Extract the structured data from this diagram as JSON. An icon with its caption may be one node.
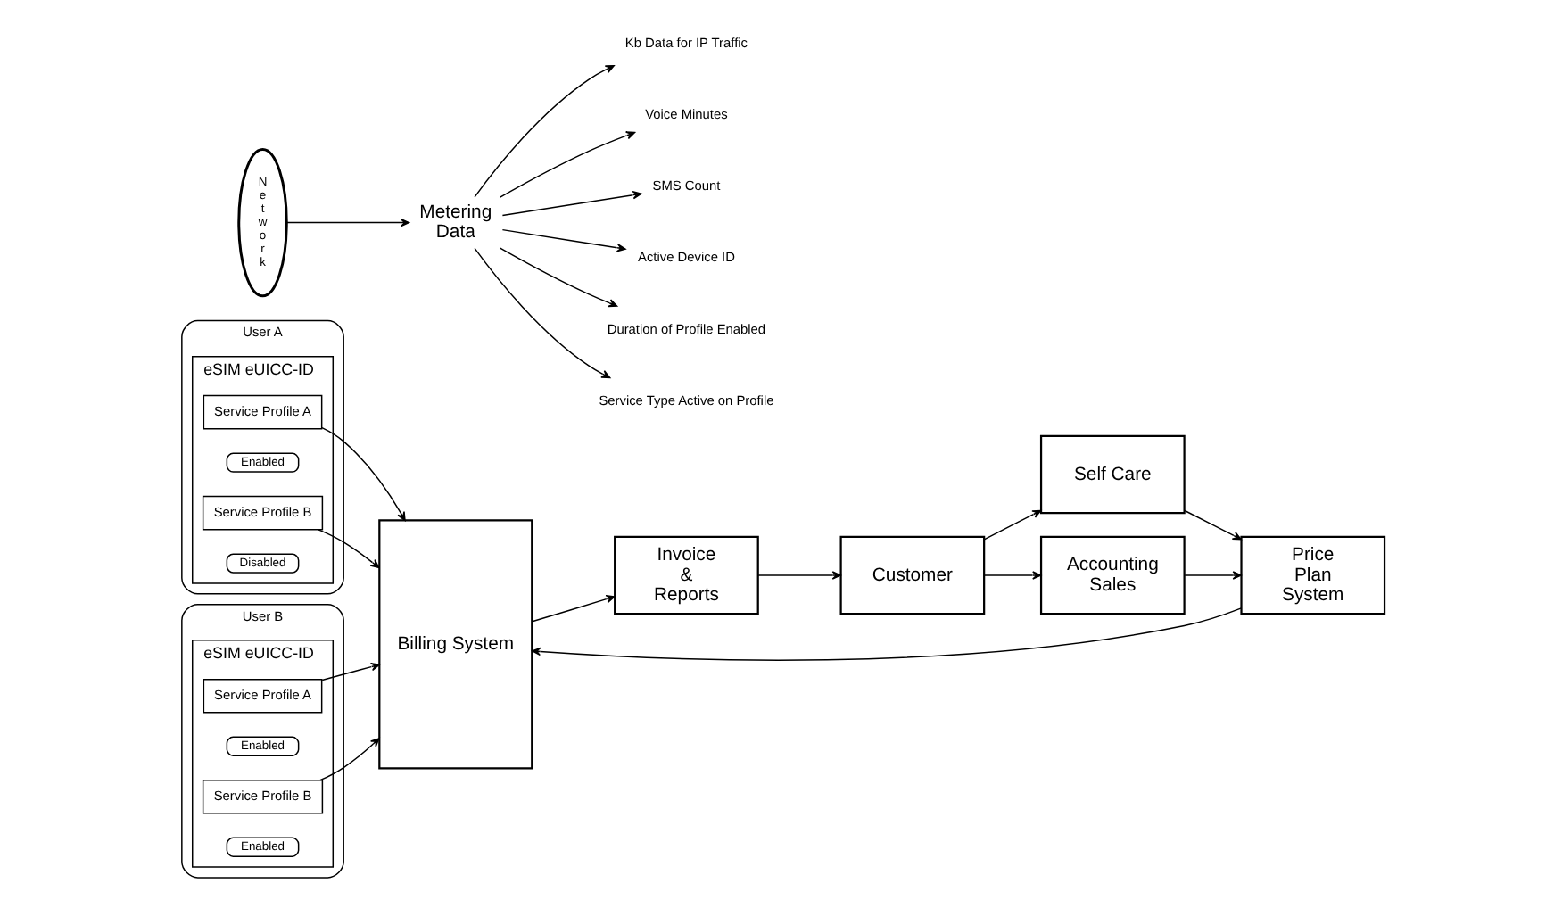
{
  "diagram": {
    "nodes": [
      {
        "text": [
          "User A"
        ]
      },
      {
        "text": [
          "eSIM eUICC-ID"
        ],
        "in": 0
      },
      {
        "text": [
          "Service Profile A"
        ],
        "in": 1
      },
      {
        "text": [
          "Enabled"
        ],
        "in": 1
      },
      {
        "text": [
          "Service Profile B"
        ],
        "in": 1
      },
      {
        "text": [
          "Disabled"
        ],
        "in": 1
      },
      {
        "text": [
          "User B"
        ]
      },
      {
        "text": [
          "eSIM eUICC-ID"
        ],
        "in": 6
      },
      {
        "text": [
          "Service Profile A"
        ],
        "in": 7
      },
      {
        "text": [
          "Enabled"
        ],
        "in": 7
      },
      {
        "text": [
          "Service Profile B"
        ],
        "in": 7
      },
      {
        "text": [
          "Enabled"
        ],
        "in": 7
      },
      {
        "text": [
          "Network"
        ]
      },
      {
        "text": [
          "Billing System"
        ]
      },
      {
        "text": [
          "Invoice & Reports"
        ]
      },
      {
        "text": [
          "Customer"
        ]
      },
      {
        "text": [
          "Self Care"
        ]
      },
      {
        "text": [
          "Accounting Sales"
        ]
      },
      {
        "text": [
          "Price Plan System"
        ]
      },
      {
        "text": [
          "Metering Data"
        ]
      },
      {
        "text": [
          "Kb Data for IP Traffic"
        ]
      },
      {
        "text": [
          "Voice Minutes"
        ]
      },
      {
        "text": [
          "SMS Count"
        ]
      },
      {
        "text": [
          "Active Device ID"
        ]
      },
      {
        "text": [
          "Duration of Profile Enabled"
        ]
      },
      {
        "text": [
          "Service Type Active on Profile"
        ]
      }
    ],
    "edges": [
      {
        "from": 2,
        "to": 13,
        "arrow": "to"
      },
      {
        "from": 4,
        "to": 13,
        "arrow": "to"
      },
      {
        "from": 8,
        "to": 13,
        "arrow": "to"
      },
      {
        "from": 10,
        "to": 13,
        "arrow": "to"
      },
      {
        "from": 12,
        "to": 19,
        "arrow": "to"
      },
      {
        "from": 13,
        "to": 14,
        "arrow": "to"
      },
      {
        "from": 14,
        "to": 15,
        "arrow": "to"
      },
      {
        "from": 15,
        "to": 16,
        "arrow": "to"
      },
      {
        "from": 15,
        "to": 17,
        "arrow": "to"
      },
      {
        "from": 16,
        "to": 18,
        "arrow": "to"
      },
      {
        "from": 17,
        "to": 18,
        "arrow": "to"
      },
      {
        "from": 18,
        "to": 13,
        "arrow": "to"
      },
      {
        "from": 19,
        "to": 20,
        "arrow": "to"
      },
      {
        "from": 19,
        "to": 21,
        "arrow": "to"
      },
      {
        "from": 19,
        "to": 22,
        "arrow": "to"
      },
      {
        "from": 19,
        "to": 23,
        "arrow": "to"
      },
      {
        "from": 19,
        "to": 24,
        "arrow": "to"
      },
      {
        "from": 19,
        "to": 25,
        "arrow": "to"
      }
    ]
  }
}
